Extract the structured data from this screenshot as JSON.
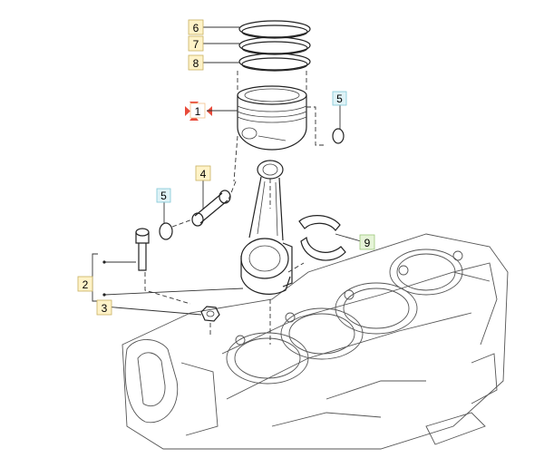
{
  "callouts": [
    {
      "id": "c1",
      "text": "1",
      "box_fill": "#ffffff",
      "box_stroke": "#f2c08a"
    },
    {
      "id": "c2",
      "text": "2",
      "box_fill": "#fff3c8",
      "box_stroke": "#c8b060"
    },
    {
      "id": "c3",
      "text": "3",
      "box_fill": "#fff3c8",
      "box_stroke": "#c8b060"
    },
    {
      "id": "c4",
      "text": "4",
      "box_fill": "#fff3c8",
      "box_stroke": "#c8b060"
    },
    {
      "id": "c5a",
      "text": "5",
      "box_fill": "#dff3f7",
      "box_stroke": "#7fc6d6"
    },
    {
      "id": "c5b",
      "text": "5",
      "box_fill": "#dff3f7",
      "box_stroke": "#7fc6d6"
    },
    {
      "id": "c6",
      "text": "6",
      "box_fill": "#fff3c8",
      "box_stroke": "#c8b060"
    },
    {
      "id": "c7",
      "text": "7",
      "box_fill": "#fff3c8",
      "box_stroke": "#c8b060"
    },
    {
      "id": "c8",
      "text": "8",
      "box_fill": "#fff3c8",
      "box_stroke": "#c8b060"
    },
    {
      "id": "c9",
      "text": "9",
      "box_fill": "#e6f4d8",
      "box_stroke": "#9cc77a"
    }
  ],
  "colors": {
    "selected_marker": "#e84a3a",
    "line": "#222222"
  }
}
